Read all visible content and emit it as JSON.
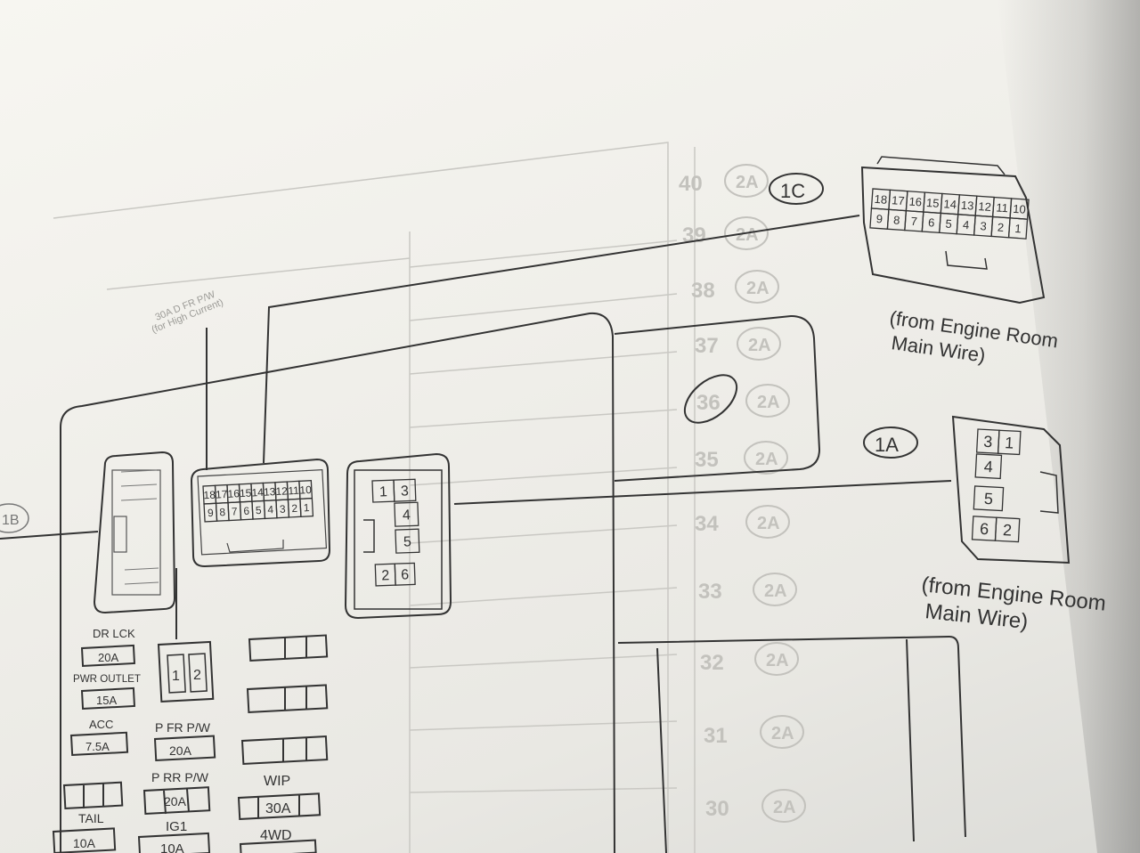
{
  "connectors": {
    "c1c": {
      "label": "1C",
      "top_row": [
        "18",
        "17",
        "16",
        "15",
        "14",
        "13",
        "12",
        "11",
        "10"
      ],
      "bottom_row": [
        "9",
        "8",
        "7",
        "6",
        "5",
        "4",
        "3",
        "2",
        "1"
      ],
      "caption_line1": "(from Engine Room",
      "caption_line2": "Main Wire)"
    },
    "c1a": {
      "label": "1A",
      "pins": [
        "3",
        "1",
        "4",
        "5",
        "6",
        "2"
      ],
      "caption_line1": "(from Engine Room",
      "caption_line2": "Main Wire)"
    },
    "c1b": {
      "label": "1B"
    },
    "c18": {
      "top_row": [
        "18",
        "17",
        "16",
        "15",
        "14",
        "13",
        "12",
        "11",
        "10"
      ],
      "bottom_row": [
        "9",
        "8",
        "7",
        "6",
        "5",
        "4",
        "3",
        "2",
        "1"
      ]
    },
    "c6": {
      "pins": [
        "1",
        "3",
        "4",
        "5",
        "2",
        "6"
      ]
    }
  },
  "faded_text": {
    "rating": "2A",
    "slot_numbers": [
      "40",
      "39",
      "38",
      "37",
      "36",
      "35",
      "34",
      "33",
      "32",
      "31",
      "30"
    ],
    "fuse_30a_note_line1": "30A D FR P/W",
    "fuse_30a_note_line2": "(for High Current)"
  },
  "fuses": {
    "dr_lck": {
      "name": "DR LCK",
      "rating": "20A"
    },
    "pwr_outlet": {
      "name": "PWR OUTLET",
      "rating": "15A"
    },
    "acc": {
      "name": "ACC",
      "rating": "7.5A"
    },
    "tail": {
      "name": "TAIL",
      "rating": "10A"
    },
    "relay": {
      "pin1": "1",
      "pin2": "2"
    },
    "p_fr_pw": {
      "name": "P FR P/W",
      "rating": "20A"
    },
    "p_rr_pw": {
      "name": "P RR P/W",
      "rating": "20A"
    },
    "ig1": {
      "name": "IG1",
      "rating": "10A"
    },
    "wip": {
      "name": "WIP",
      "rating": "30A"
    },
    "fwd": {
      "name": "4WD"
    }
  }
}
